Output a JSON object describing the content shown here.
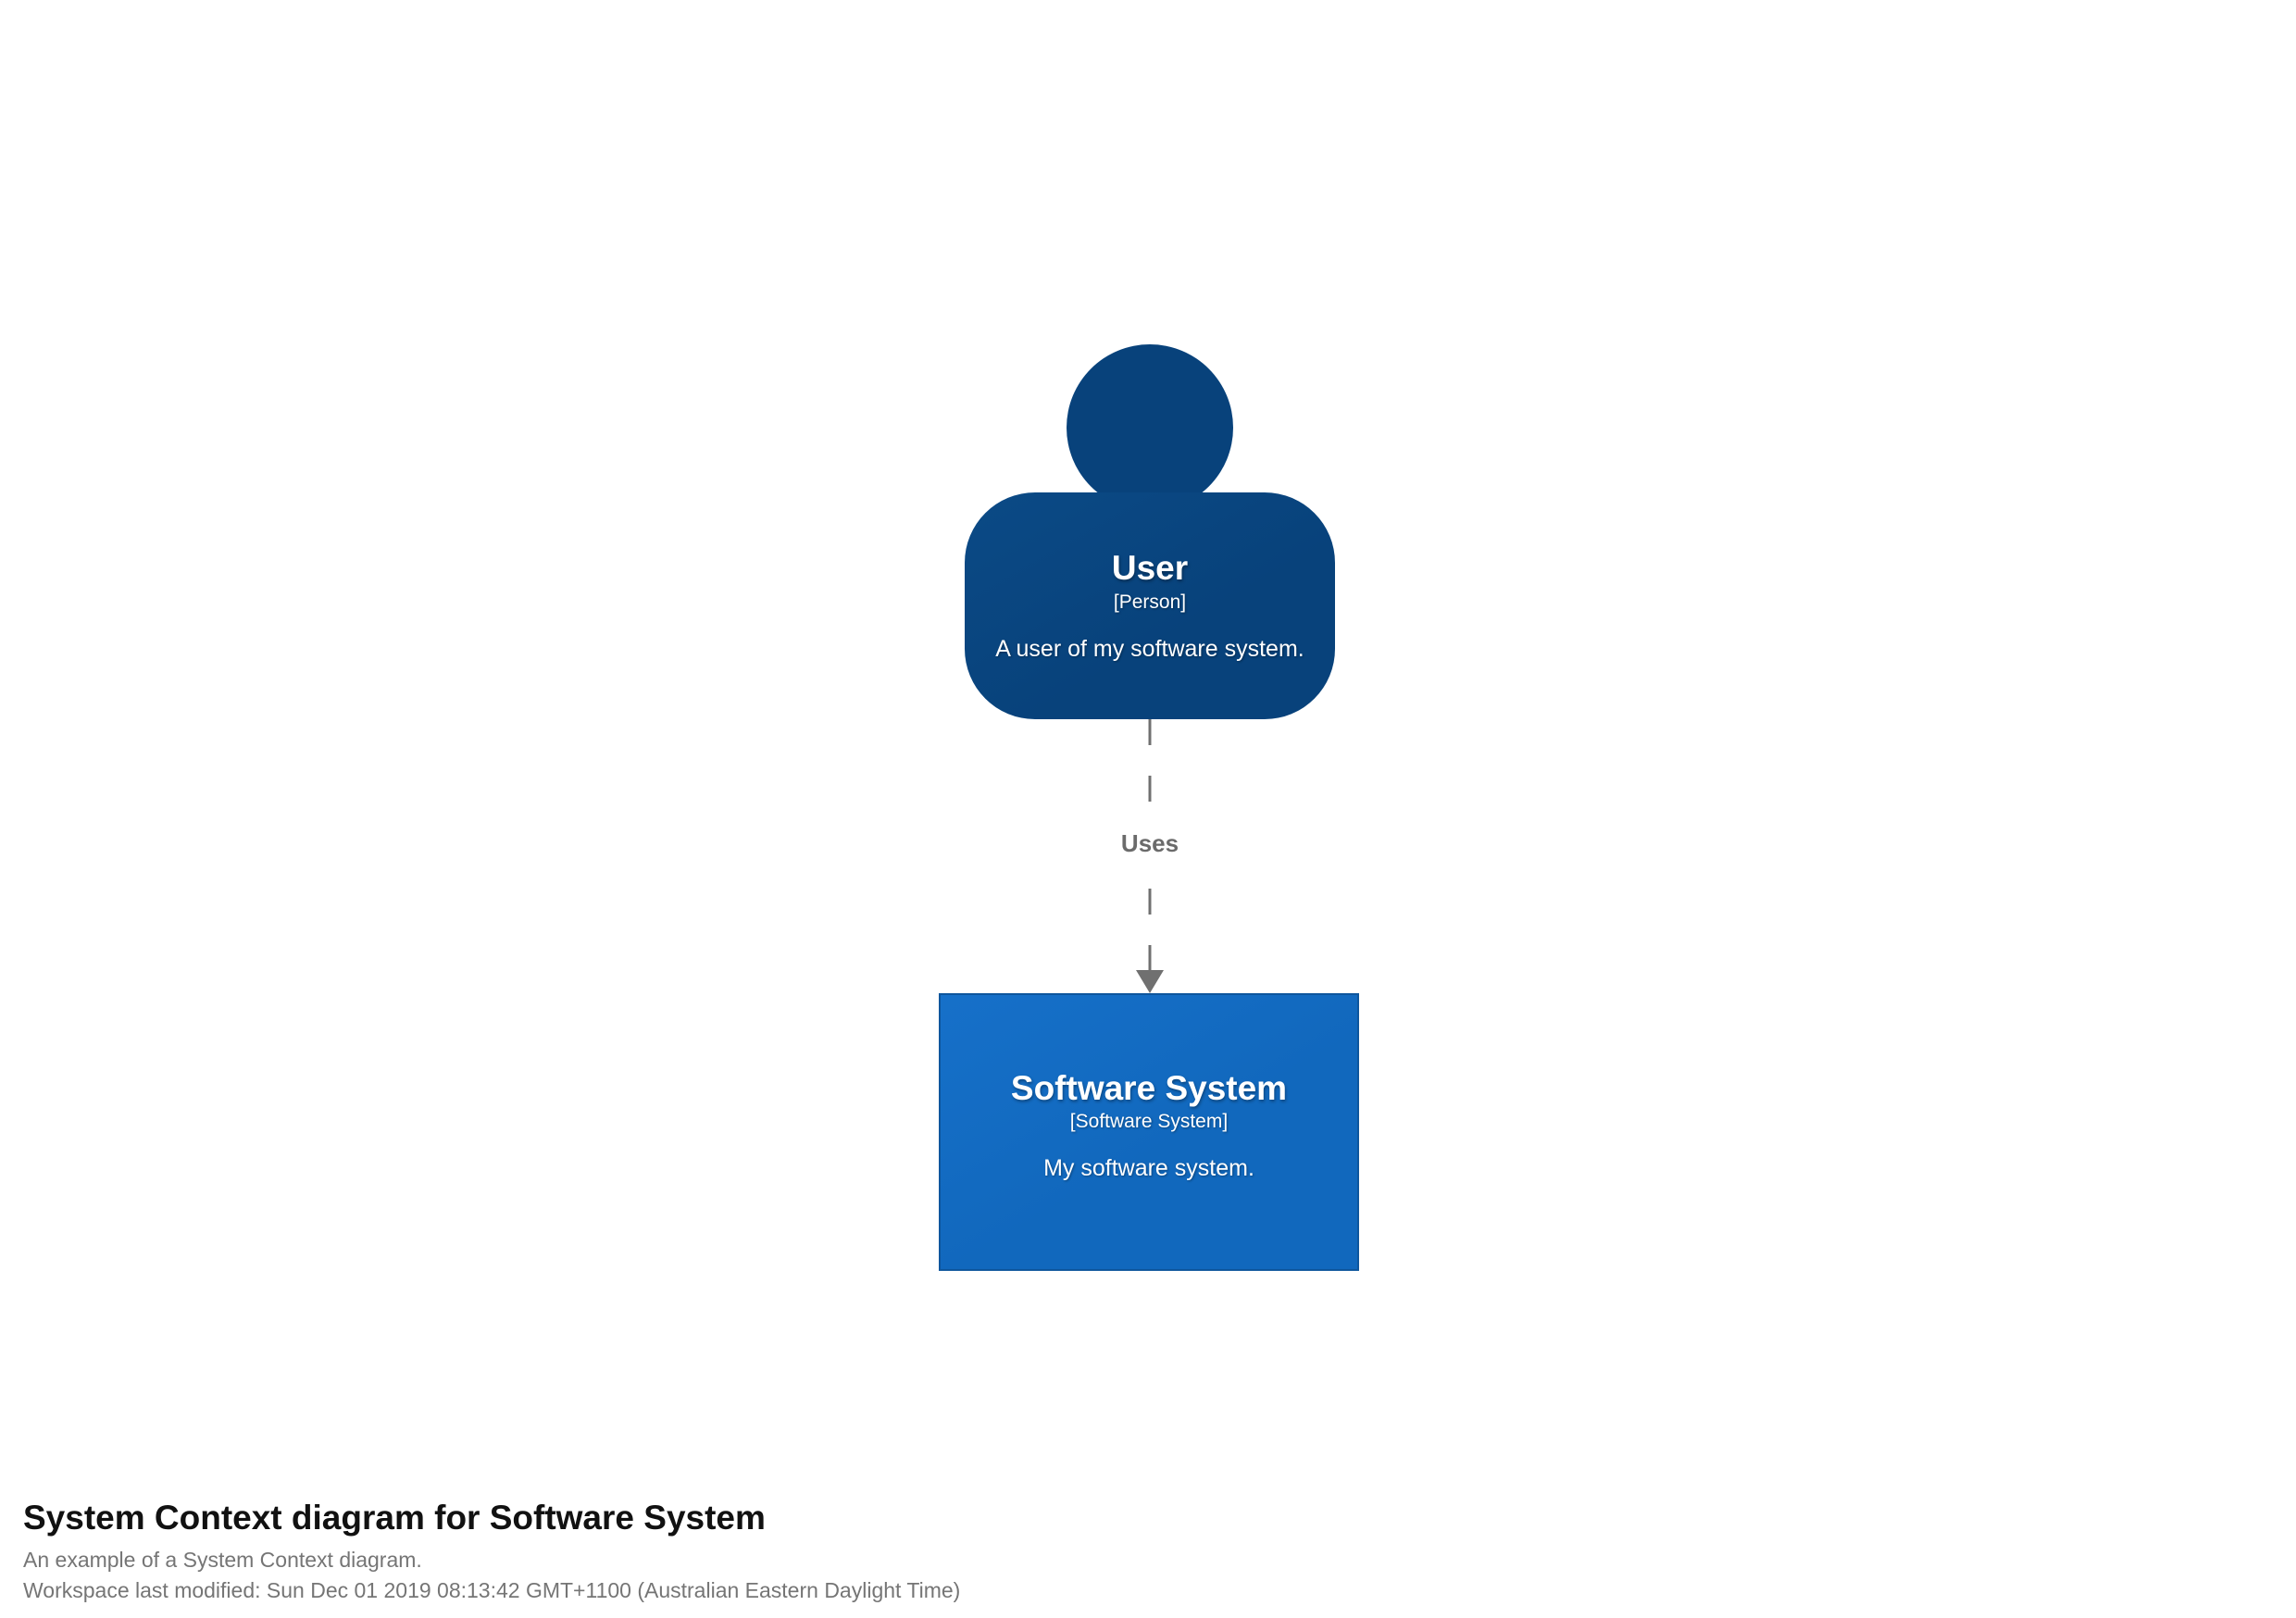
{
  "diagram": {
    "person": {
      "name": "User",
      "meta": "[Person]",
      "description": "A user of my software system."
    },
    "relationship": {
      "label": "Uses"
    },
    "software_system": {
      "name": "Software System",
      "meta": "[Software System]",
      "description": "My software system."
    }
  },
  "footer": {
    "title": "System Context diagram for Software System",
    "subtitle": "An example of a System Context diagram.",
    "modified": "Workspace last modified: Sun Dec 01 2019 08:13:42 GMT+1100 (Australian Eastern Daylight Time)"
  },
  "colors": {
    "person_fill": "#08427B",
    "software_system_fill": "#1168BD",
    "software_system_border": "#0E569D",
    "relationship_line": "#707070",
    "relationship_label_text": "#6B6B6B",
    "footer_title_text": "#111111",
    "footer_muted_text": "#757575",
    "element_text": "#FFFFFF",
    "background": "#FFFFFF"
  }
}
